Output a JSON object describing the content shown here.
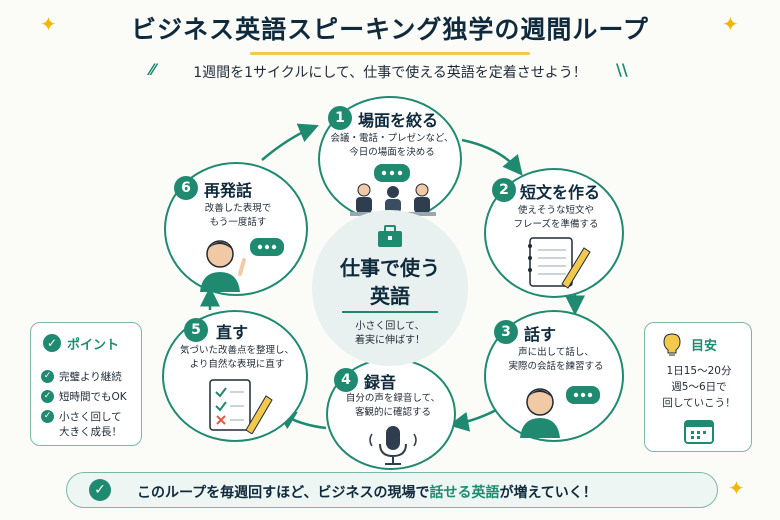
{
  "header": {
    "title": "ビジネス英語スピーキング独学の週間ループ",
    "subtitle": "1週間を1サイクルにして、仕事で使える英語を定着させよう！"
  },
  "center": {
    "line1": "仕事で使う",
    "line2": "英語",
    "sub1": "小さく回して、",
    "sub2": "着実に伸ばす！"
  },
  "steps": [
    {
      "num": "1",
      "title": "場面を絞る",
      "d1": "会議・電話・プレゼンなど、",
      "d2": "今日の場面を決める"
    },
    {
      "num": "2",
      "title": "短文を作る",
      "d1": "使えそうな短文や",
      "d2": "フレーズを準備する"
    },
    {
      "num": "3",
      "title": "話す",
      "d1": "声に出して話し、",
      "d2": "実際の会話を練習する"
    },
    {
      "num": "4",
      "title": "録音",
      "d1": "自分の声を録音して、",
      "d2": "客観的に確認する"
    },
    {
      "num": "5",
      "title": "直す",
      "d1": "気づいた改善点を整理し、",
      "d2": "より自然な表現に直す"
    },
    {
      "num": "6",
      "title": "再発話",
      "d1": "改善した表現で",
      "d2": "もう一度話す"
    }
  ],
  "points": {
    "title": "ポイント",
    "items": [
      "完璧より継続",
      "短時間でもOK",
      "小さく回して",
      "大きく成長！"
    ]
  },
  "guide": {
    "title": "目安",
    "l1": "1日15〜20分",
    "l2": "週5〜6日で",
    "l3": "回していこう！"
  },
  "footer": {
    "pre": "このループを毎週回すほど、ビジネスの現場で",
    "highlight": "話せる英語",
    "post": "が増えていく！"
  },
  "colors": {
    "accent": "#1f8a70",
    "highlight": "#f2c94c",
    "navy": "#0f2a3d"
  }
}
